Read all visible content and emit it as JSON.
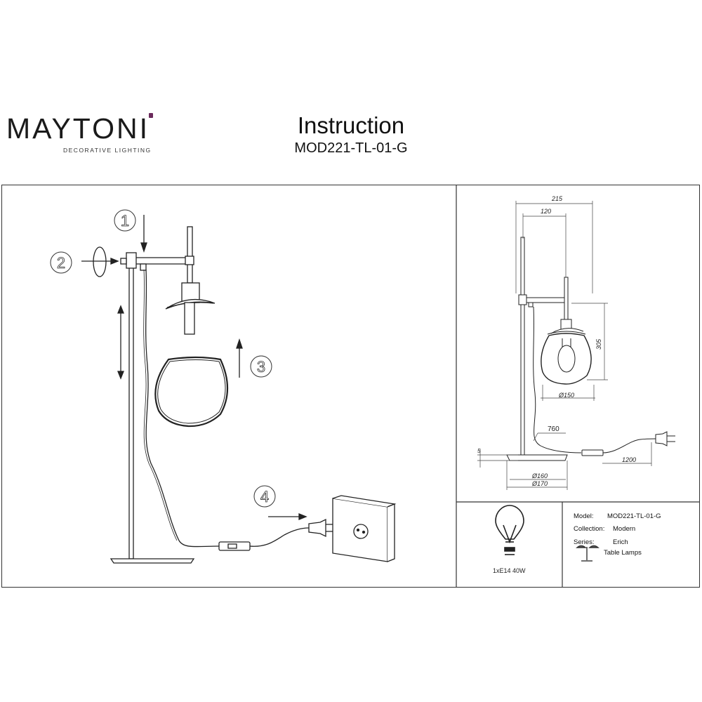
{
  "brand": {
    "name": "MAYTONI",
    "tagline": "DECORATIVE LIGHTING"
  },
  "header": {
    "title": "Instruction",
    "model_code": "MOD221-TL-01-G"
  },
  "steps": {
    "s1": "1",
    "s2": "2",
    "s3": "3",
    "s4": "4"
  },
  "dimensions": {
    "width_total": "215",
    "arm_length": "120",
    "shade_height": "305",
    "shade_diameter": "Ø150",
    "cable_length": "760",
    "base_thickness": "5",
    "cord_length": "1200",
    "base_inner_diameter": "Ø160",
    "base_outer_diameter": "Ø170"
  },
  "specs": {
    "bulb": "1xE14 40W",
    "model_label": "Model:",
    "model_value": "MOD221-TL-01-G",
    "collection_label": "Collection:",
    "collection_value": "Modern",
    "series_label": "Series:",
    "series_value": "Erich",
    "category": "Table Lamps"
  }
}
